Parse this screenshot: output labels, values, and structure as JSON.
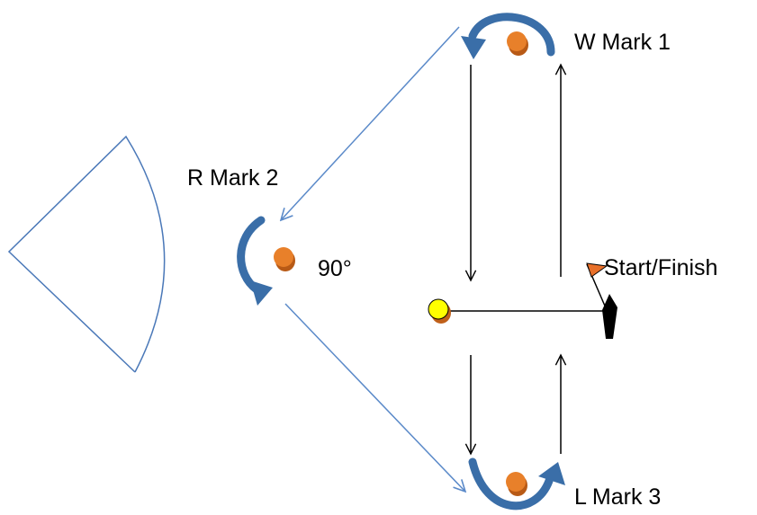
{
  "labels": {
    "w_mark": "W Mark 1",
    "r_mark": "R Mark 2",
    "l_mark": "L Mark 3",
    "angle": "90°",
    "start_finish": "Start/Finish"
  },
  "colors": {
    "mark_buoy": "#e8802a",
    "pin_buoy": "#ffff00",
    "rounding_arrow": "#3a6ea8",
    "reach_leg": "#5b8ac9",
    "flag": "#e8702a",
    "course_line": "#000000"
  }
}
